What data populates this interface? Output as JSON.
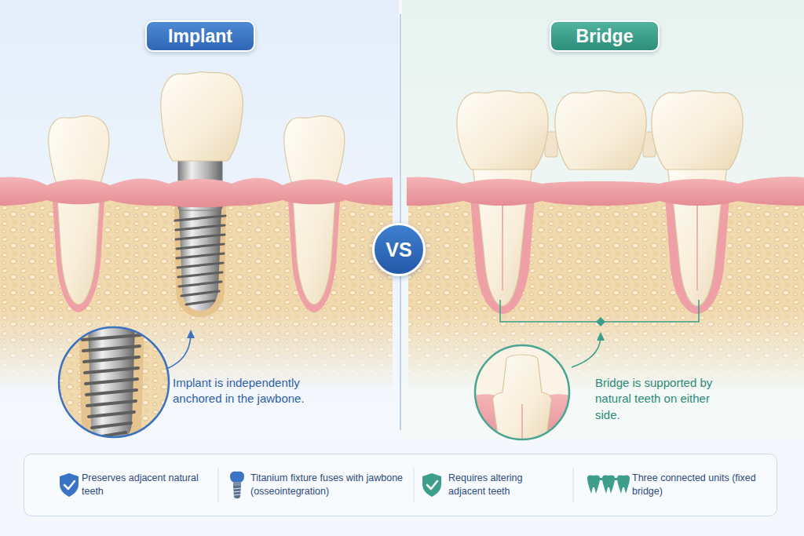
{
  "diagram": {
    "nodes": [
      {
        "text": [
          "Implant"
        ]
      },
      {
        "text": [
          "Bridge"
        ]
      },
      {
        "text": [
          "VS"
        ]
      },
      {
        "text": [
          "Preserves adjacent natural teeth",
          "Titanium fixture fuses with jawbone (osseointegration)",
          "Requires altering adjacent teeth",
          "Three connected units (fixed bridge)"
        ]
      }
    ],
    "labels": [
      "Implant is independently anchored in the jawbone.",
      "Bridge is supported by natural teeth on either side."
    ]
  }
}
